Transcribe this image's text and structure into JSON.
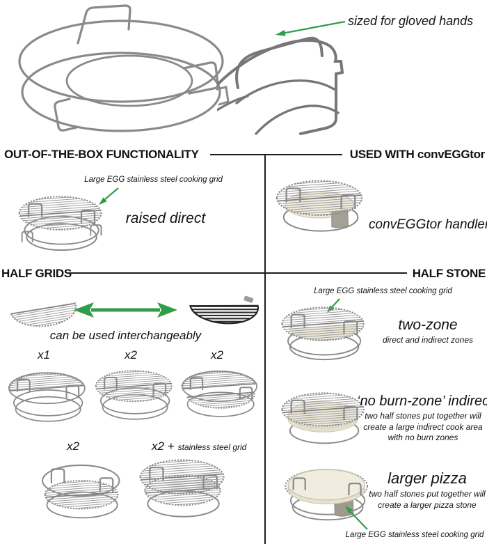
{
  "colors": {
    "green": "#2f9e48",
    "metal": "#8a8a8a",
    "stone": "#ece8d8"
  },
  "top": {
    "gloved_hands_note": "sized for gloved hands"
  },
  "sections": {
    "out_of_box": {
      "title": "OUT-OF-THE-BOX FUNCTIONALITY",
      "grid_label": "Large EGG stainless steel cooking grid",
      "caption": "raised direct"
    },
    "used_with": {
      "title": "USED WITH convEGGtor",
      "caption": "convEGGtor handler"
    },
    "half_grids": {
      "title": "HALF GRIDS",
      "interchange": "can be used interchangeably",
      "configs": [
        {
          "label": "x1"
        },
        {
          "label": "x2"
        },
        {
          "label": "x2"
        },
        {
          "label": "x2"
        },
        {
          "label": "x2 +",
          "sublabel": "stainless steel grid"
        }
      ]
    },
    "half_stone": {
      "title": "HALF STONE",
      "grid_label_top": "Large EGG stainless steel cooking grid",
      "grid_label_bottom": "Large EGG stainless steel cooking grid",
      "items": [
        {
          "title": "two-zone",
          "desc": "direct and indirect zones"
        },
        {
          "title": "‘no burn-zone’ indirect",
          "desc": "two half stones put together will create a large indirect cook area with no burn zones"
        },
        {
          "title": "larger pizza",
          "desc": "two half stones put together will create a larger pizza stone"
        }
      ]
    }
  }
}
